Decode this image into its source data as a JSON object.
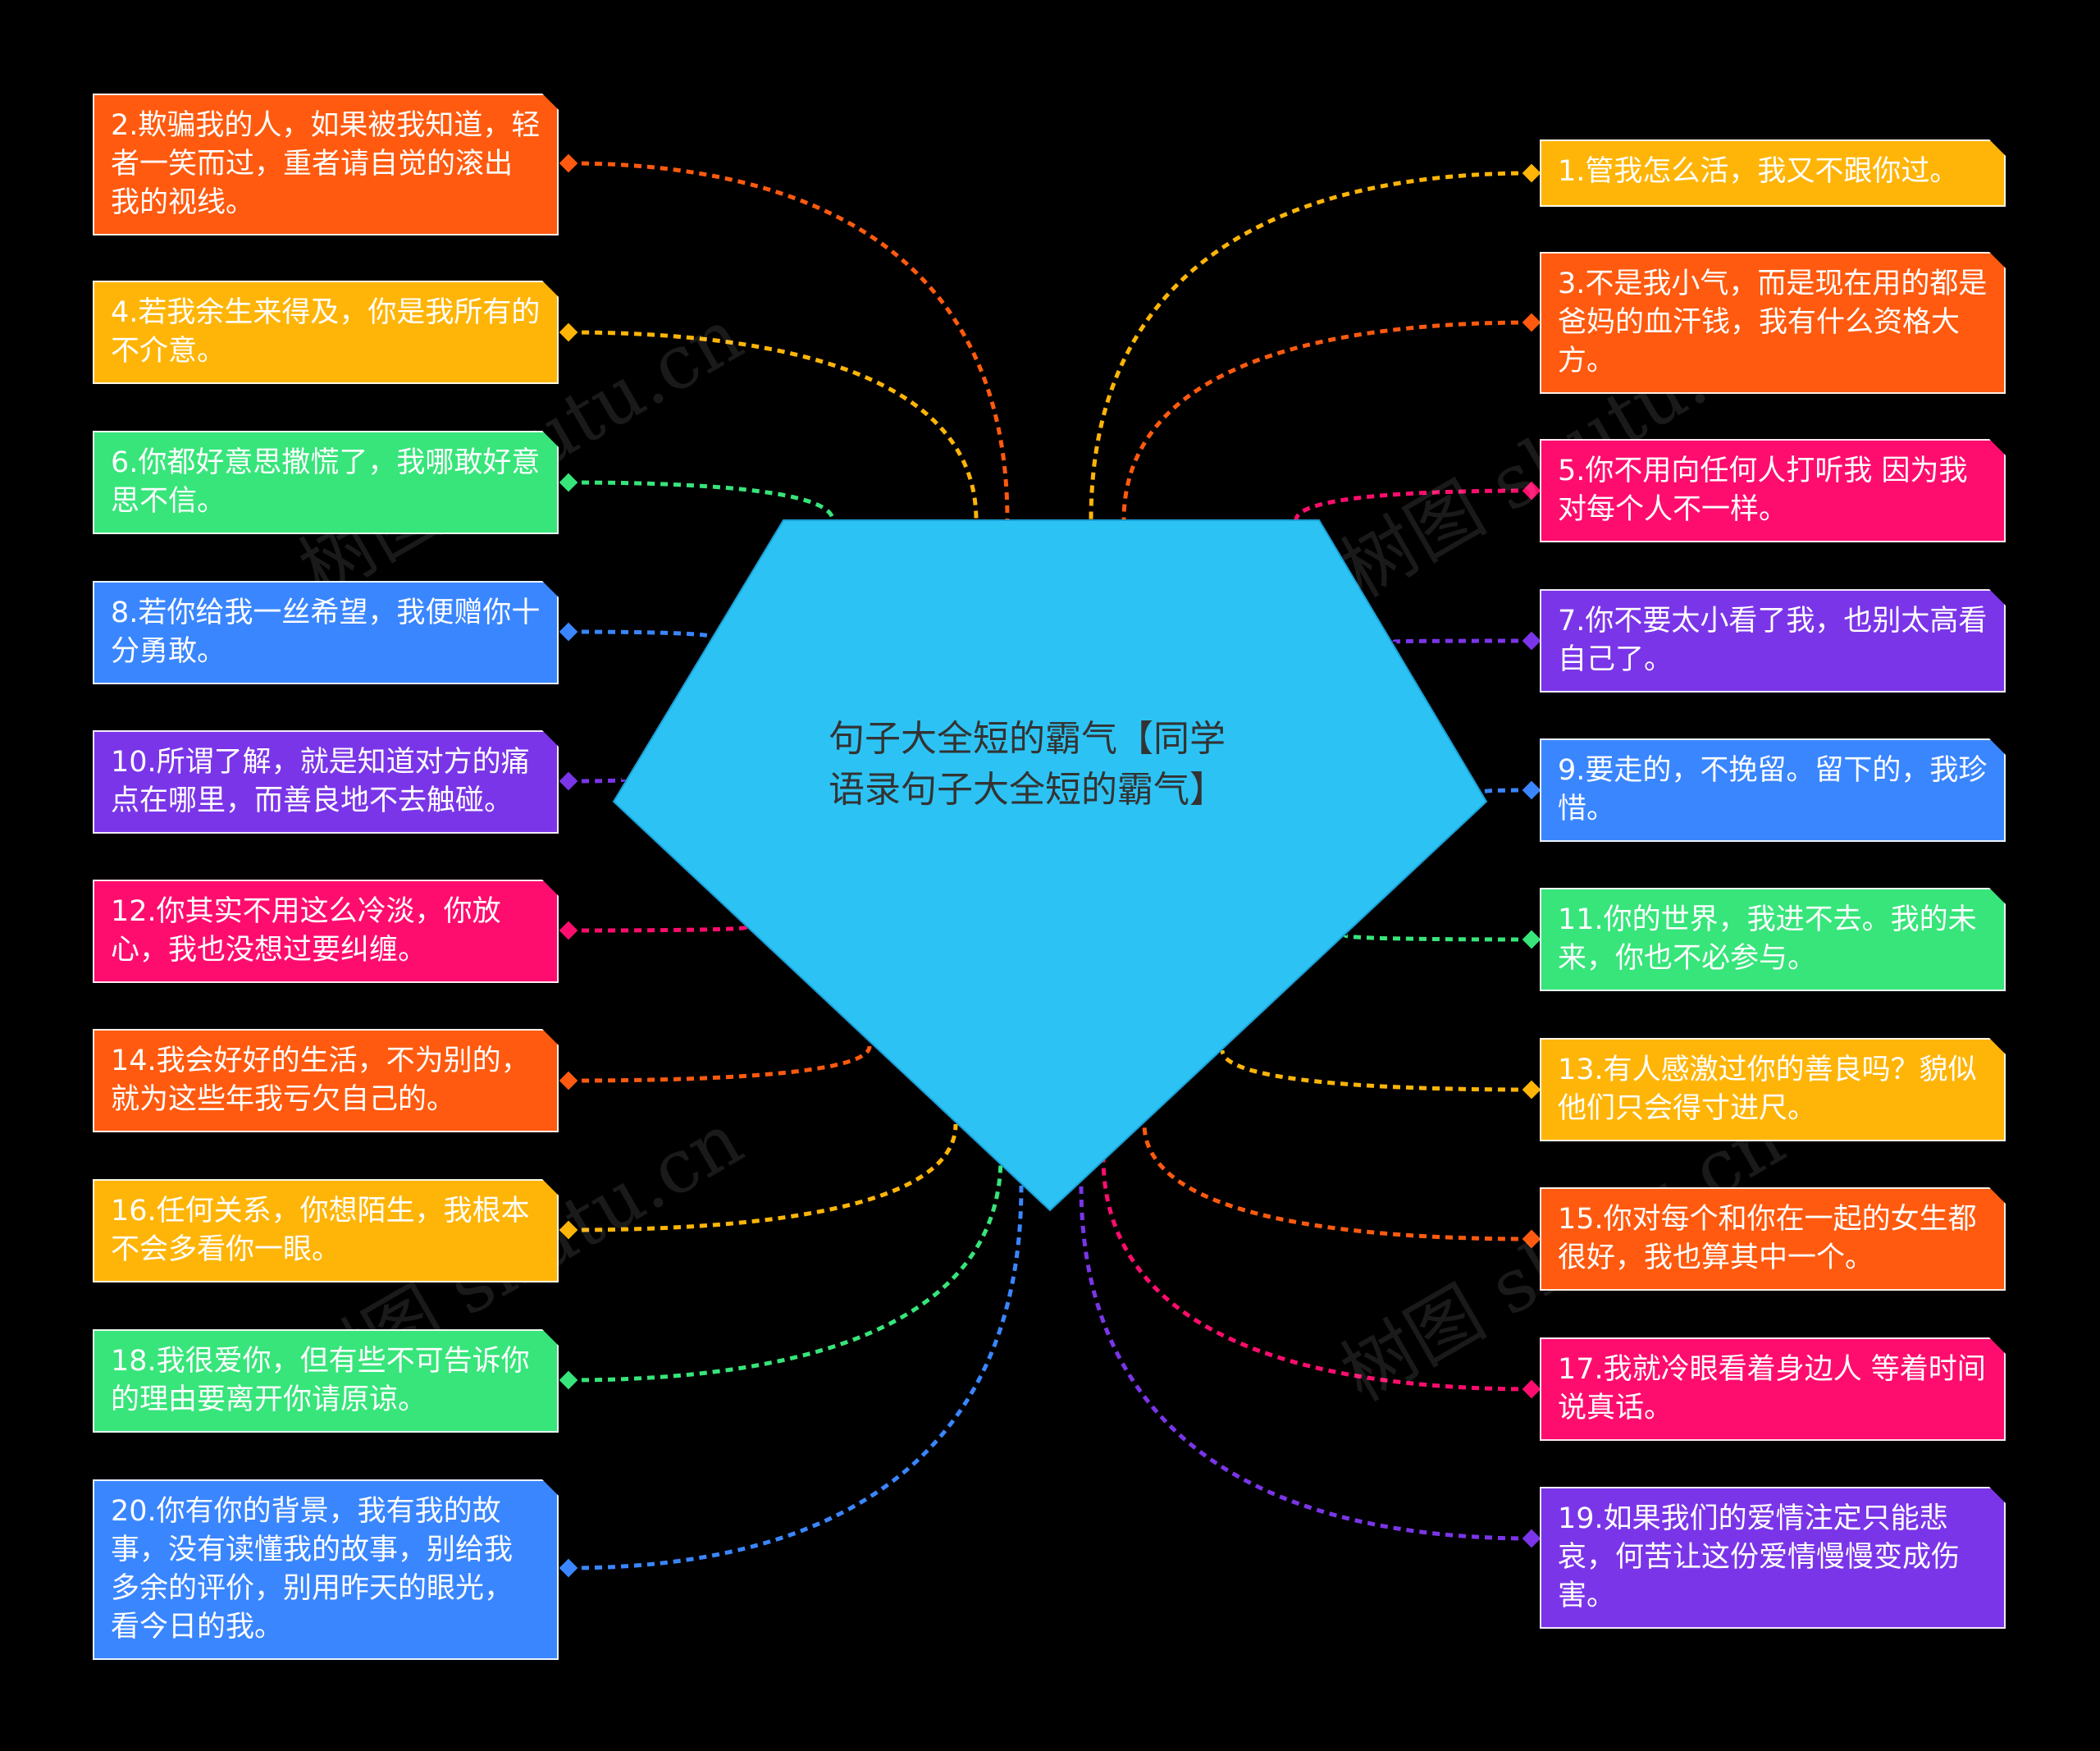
{
  "center": {
    "title_line1": "句子大全短的霸气【同学",
    "title_line2": "语录句子大全短的霸气】",
    "color": "#2cc3f4"
  },
  "watermark": "树图 shutu.cn",
  "branches_left": [
    {
      "label": "2.欺骗我的人，如果被我知道，轻者一笑而过，重者请自觉的滚出我的视线。",
      "color": "#ff5a0f"
    },
    {
      "label": "4.若我余生来得及，你是我所有的不介意。",
      "color": "#ffb508"
    },
    {
      "label": "6.你都好意思撒慌了，我哪敢好意思不信。",
      "color": "#37e57a"
    },
    {
      "label": "8.若你给我一丝希望，我便赠你十分勇敢。",
      "color": "#3a86ff"
    },
    {
      "label": "10.所谓了解，就是知道对方的痛点在哪里，而善良地不去触碰。",
      "color": "#7b35e8"
    },
    {
      "label": "12.你其实不用这么冷淡，你放心，我也没想过要纠缠。",
      "color": "#ff0d6e"
    },
    {
      "label": "14.我会好好的生活，不为别的，就为这些年我亏欠自己的。",
      "color": "#ff5a0f"
    },
    {
      "label": "16.任何关系，你想陌生，我根本不会多看你一眼。",
      "color": "#ffb508"
    },
    {
      "label": "18.我很爱你，但有些不可告诉你的理由要离开你请原谅。",
      "color": "#37e57a"
    },
    {
      "label": "20.你有你的背景，我有我的故事，没有读懂我的故事，别给我多余的评价，别用昨天的眼光，看今日的我。",
      "color": "#3a86ff"
    }
  ],
  "branches_right": [
    {
      "label": "1.管我怎么活，我又不跟你过。",
      "color": "#ffb508"
    },
    {
      "label": "3.不是我小气，而是现在用的都是爸妈的血汗钱，我有什么资格大方。",
      "color": "#ff5a0f"
    },
    {
      "label": "5.你不用向任何人打听我 因为我对每个人不一样。",
      "color": "#ff0d6e"
    },
    {
      "label": "7.你不要太小看了我，也别太高看自己了。",
      "color": "#7b35e8"
    },
    {
      "label": "9.要走的，不挽留。留下的，我珍惜。",
      "color": "#3a86ff"
    },
    {
      "label": "11.你的世界，我进不去。我的未来，你也不必参与。",
      "color": "#37e57a"
    },
    {
      "label": "13.有人感激过你的善良吗？貌似他们只会得寸进尺。",
      "color": "#ffb508"
    },
    {
      "label": "15.你对每个和你在一起的女生都很好，我也算其中一个。",
      "color": "#ff5a0f"
    },
    {
      "label": "17.我就冷眼看着身边人 等着时间说真话。",
      "color": "#ff0d6e"
    },
    {
      "label": "19.如果我们的爱情注定只能悲哀，何苦让这份爱情慢慢变成伤害。",
      "color": "#7b35e8"
    }
  ]
}
